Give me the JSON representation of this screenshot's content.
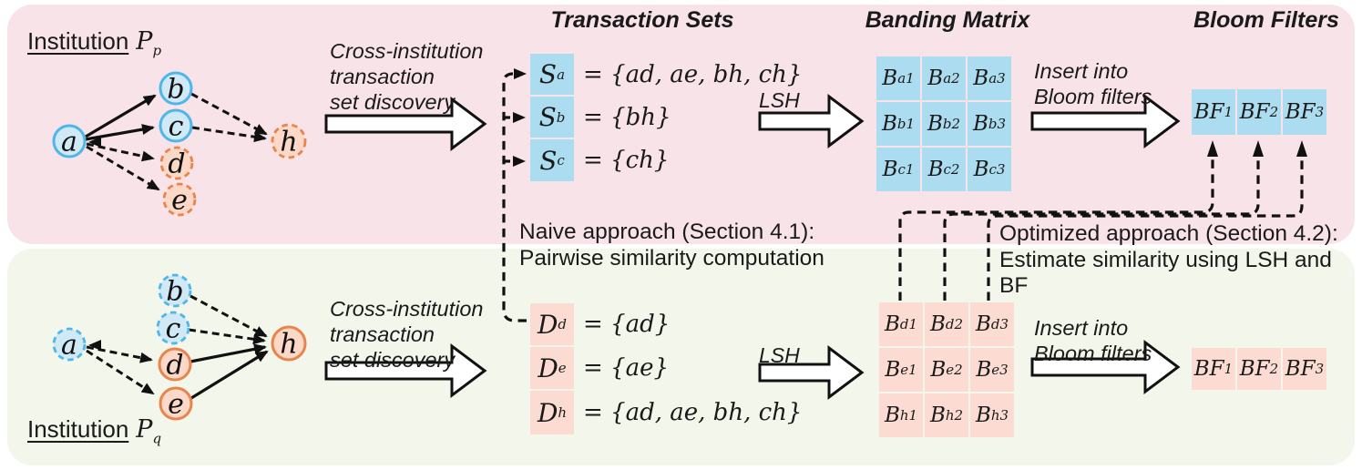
{
  "panels": {
    "top": {
      "institution_label": "Institution",
      "symbol": "P",
      "symbol_sub": "p"
    },
    "bottom": {
      "institution_label": "Institution",
      "symbol": "P",
      "symbol_sub": "q"
    }
  },
  "titles": {
    "transaction_sets": "Transaction Sets",
    "banding_matrix": "Banding Matrix",
    "bloom_filters": "Bloom Filters"
  },
  "labels": {
    "discovery": "Cross-institution\ntransaction\nset discovery",
    "lsh": "LSH",
    "insert": "Insert into\nBloom filters",
    "naive": "Naive approach (Section 4.1):\nPairwise similarity computation",
    "optimized": "Optimized approach (Section 4.2):\nEstimate similarity using LSH and BF"
  },
  "graph_top": {
    "nodes": [
      {
        "id": "a",
        "label": "a",
        "style": "solid-blue"
      },
      {
        "id": "b",
        "label": "b",
        "style": "solid-blue"
      },
      {
        "id": "c",
        "label": "c",
        "style": "solid-blue"
      },
      {
        "id": "d",
        "label": "d",
        "style": "dashed-orange"
      },
      {
        "id": "e",
        "label": "e",
        "style": "dashed-orange"
      },
      {
        "id": "h",
        "label": "h",
        "style": "dashed-orange"
      }
    ],
    "edges": [
      "a->b solid",
      "a->c solid",
      "a->d dashed",
      "a->e dashed",
      "b->h dashed",
      "c->h dashed"
    ]
  },
  "graph_bottom": {
    "nodes": [
      {
        "id": "a",
        "label": "a",
        "style": "dashed-blue"
      },
      {
        "id": "b",
        "label": "b",
        "style": "dashed-blue"
      },
      {
        "id": "c",
        "label": "c",
        "style": "dashed-blue"
      },
      {
        "id": "d",
        "label": "d",
        "style": "solid-orange"
      },
      {
        "id": "e",
        "label": "e",
        "style": "solid-orange"
      },
      {
        "id": "h",
        "label": "h",
        "style": "solid-orange"
      }
    ],
    "edges": [
      "b->h dashed",
      "c->h dashed",
      "a->d dashed",
      "a->e dashed",
      "d->h solid",
      "e->h solid"
    ]
  },
  "sets_top": [
    {
      "base": "S",
      "sub": "a",
      "value": "= {ad, ae, bh, ch}"
    },
    {
      "base": "S",
      "sub": "b",
      "value": "= {bh}"
    },
    {
      "base": "S",
      "sub": "c",
      "value": "= {ch}"
    }
  ],
  "sets_bottom": [
    {
      "base": "D",
      "sub": "d",
      "value": "= {ad}"
    },
    {
      "base": "D",
      "sub": "e",
      "value": "= {ae}"
    },
    {
      "base": "D",
      "sub": "h",
      "value": "= {ad, ae, bh, ch}"
    }
  ],
  "matrix_top": {
    "cells": [
      {
        "base": "B",
        "sub": "a1"
      },
      {
        "base": "B",
        "sub": "a2"
      },
      {
        "base": "B",
        "sub": "a3"
      },
      {
        "base": "B",
        "sub": "b1"
      },
      {
        "base": "B",
        "sub": "b2"
      },
      {
        "base": "B",
        "sub": "b3"
      },
      {
        "base": "B",
        "sub": "c1"
      },
      {
        "base": "B",
        "sub": "c2"
      },
      {
        "base": "B",
        "sub": "c3"
      }
    ]
  },
  "matrix_bottom": {
    "cells": [
      {
        "base": "B",
        "sub": "d1"
      },
      {
        "base": "B",
        "sub": "d2"
      },
      {
        "base": "B",
        "sub": "d3"
      },
      {
        "base": "B",
        "sub": "e1"
      },
      {
        "base": "B",
        "sub": "e2"
      },
      {
        "base": "B",
        "sub": "e3"
      },
      {
        "base": "B",
        "sub": "h1"
      },
      {
        "base": "B",
        "sub": "h2"
      },
      {
        "base": "B",
        "sub": "h3"
      }
    ]
  },
  "bloom_top": [
    {
      "base": "BF",
      "sub": "1"
    },
    {
      "base": "BF",
      "sub": "2"
    },
    {
      "base": "BF",
      "sub": "3"
    }
  ],
  "bloom_bottom": [
    {
      "base": "BF",
      "sub": "1"
    },
    {
      "base": "BF",
      "sub": "2"
    },
    {
      "base": "BF",
      "sub": "3"
    }
  ],
  "colors": {
    "panel_top": "#f8e3e9",
    "panel_bottom": "#f3f6ea",
    "cell_blue": "#abdcf0",
    "cell_pink": "#fcdcd2",
    "node_blue_fill": "#cfe9f6",
    "node_blue_stroke": "#4fb6ea",
    "node_orange_fill": "#fbd8c8",
    "node_orange_stroke": "#e8854d",
    "ink": "#1a1a1a"
  }
}
